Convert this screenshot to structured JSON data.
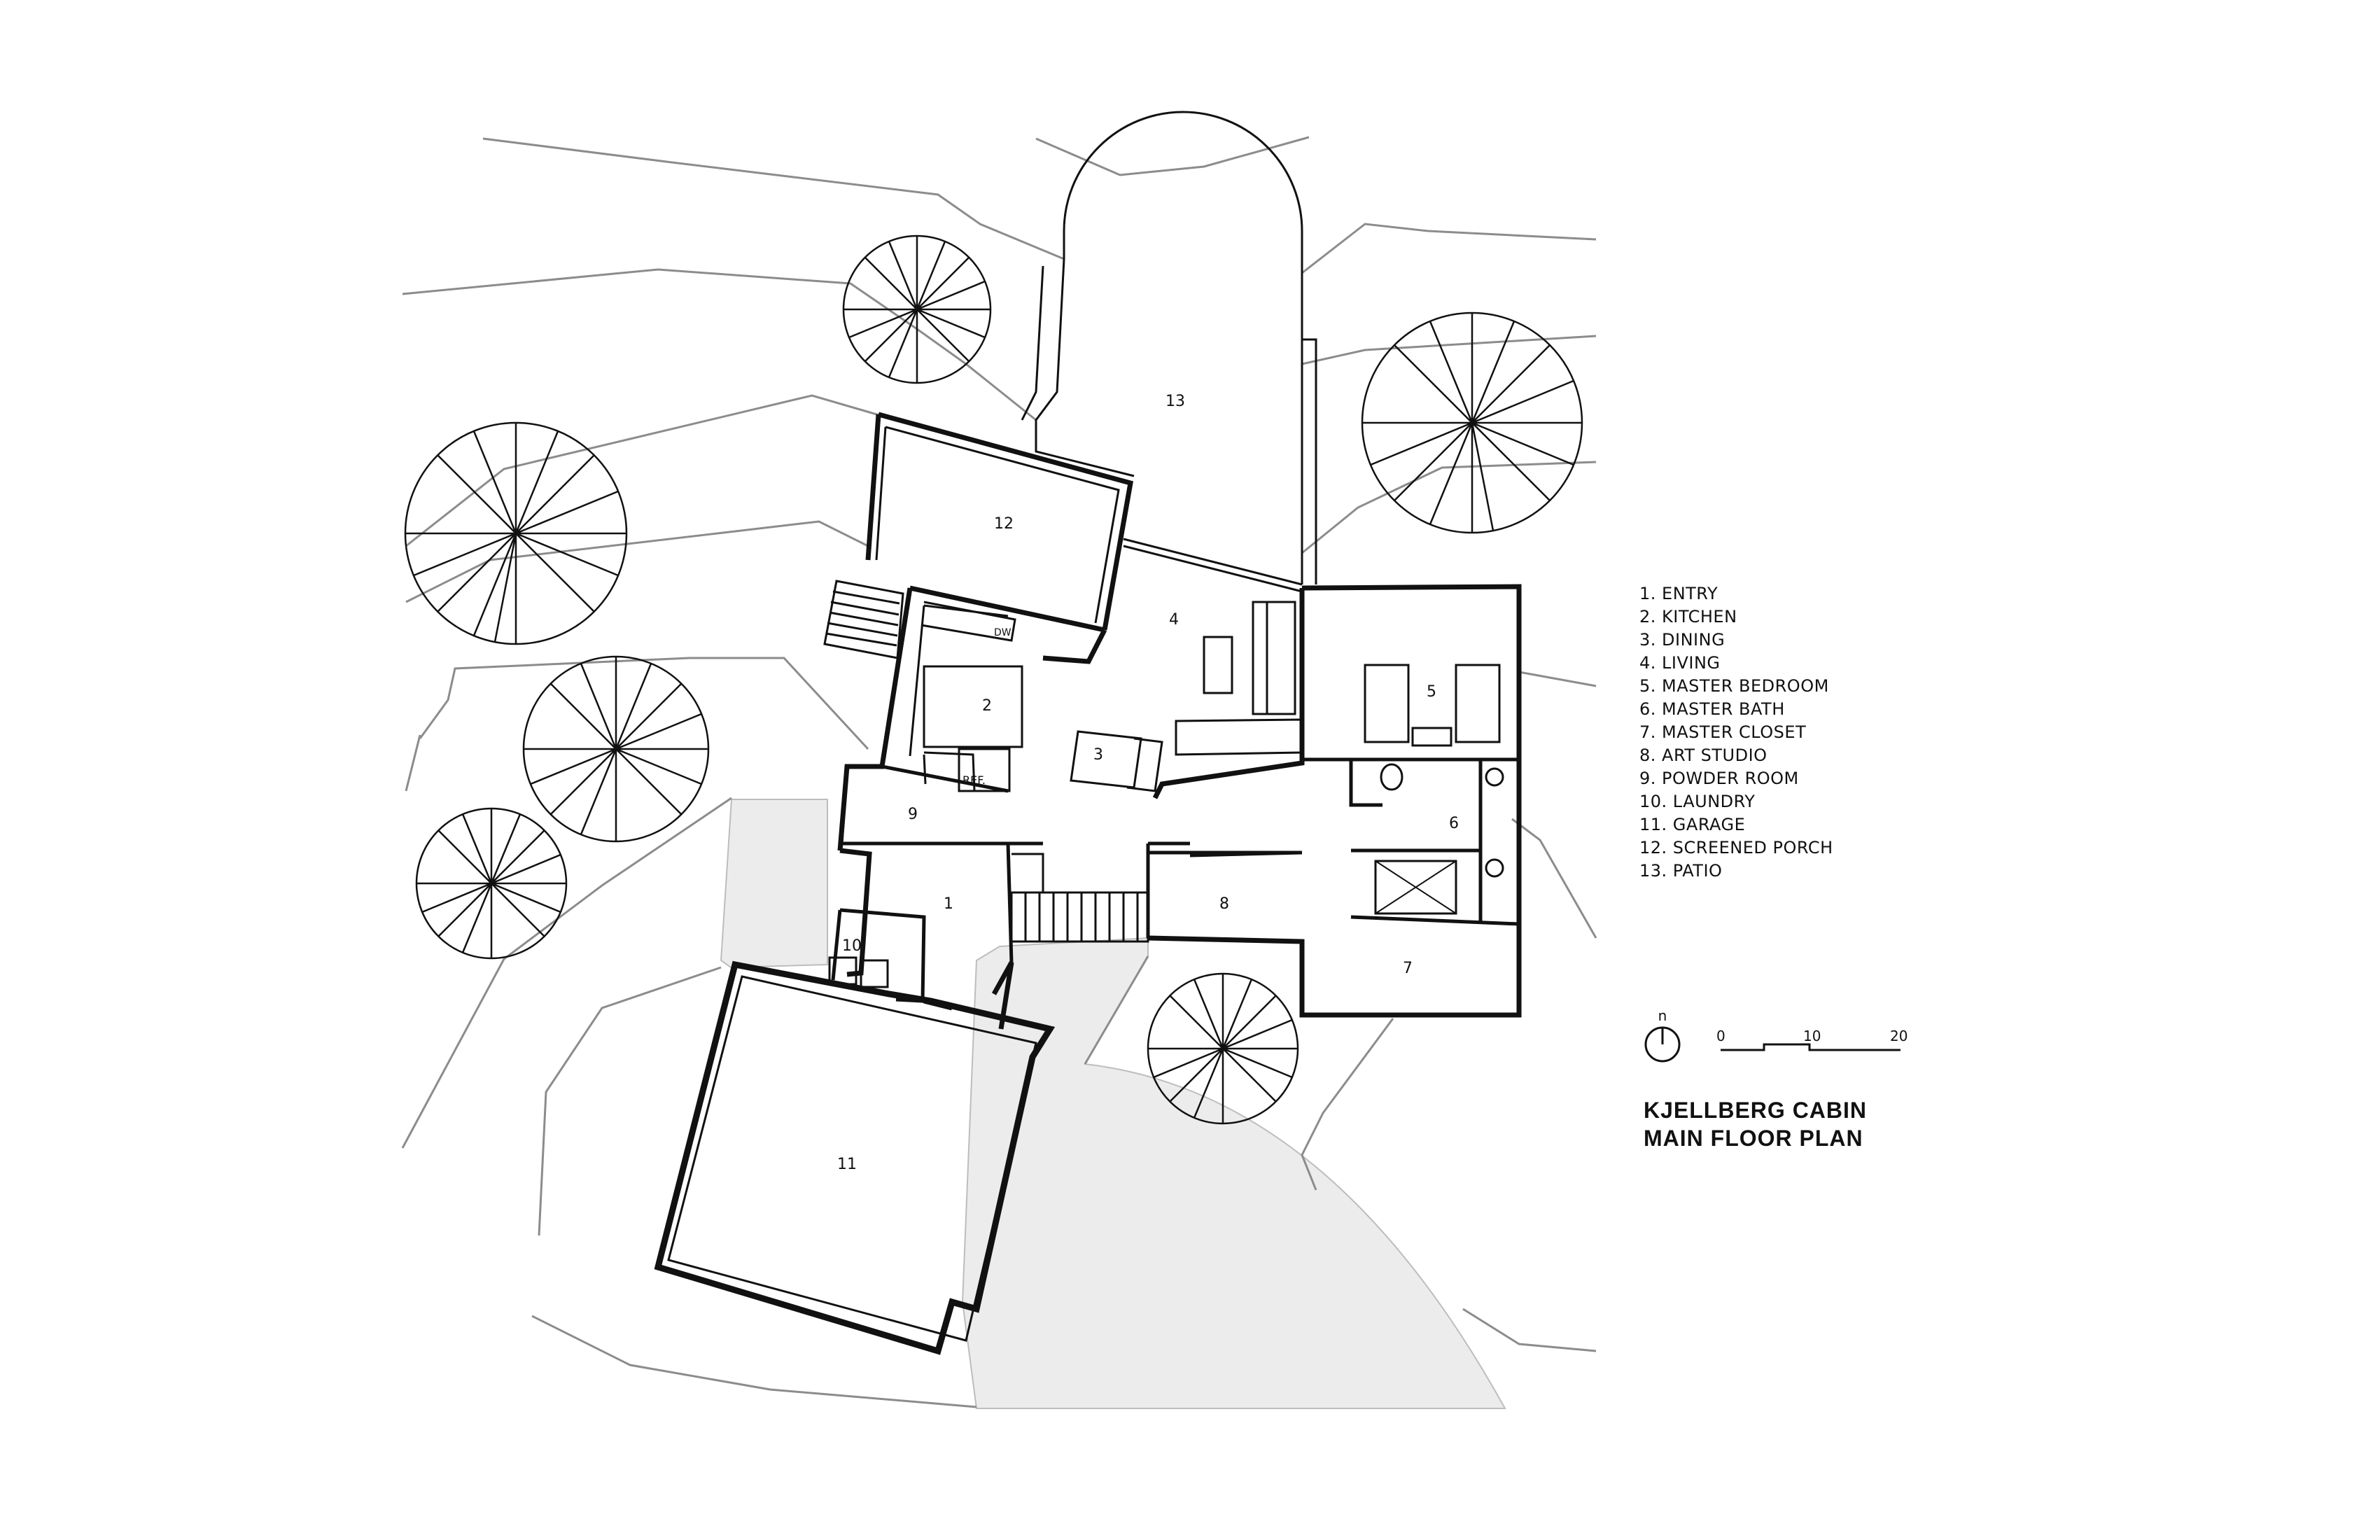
{
  "rooms": [
    {
      "num": "1"
    },
    {
      "num": "2"
    },
    {
      "num": "3"
    },
    {
      "num": "4"
    },
    {
      "num": "5"
    },
    {
      "num": "6"
    },
    {
      "num": "7"
    },
    {
      "num": "8"
    },
    {
      "num": "9"
    },
    {
      "num": "10"
    },
    {
      "num": "11"
    },
    {
      "num": "12"
    },
    {
      "num": "13"
    }
  ],
  "appliances": {
    "refrigerator": "REF.",
    "dishwasher": "DW"
  },
  "legend": [
    "1. ENTRY",
    "2. KITCHEN",
    "3. DINING",
    "4. LIVING",
    "5. MASTER BEDROOM",
    "6. MASTER BATH",
    "7. MASTER CLOSET",
    "8. ART STUDIO",
    "9. POWDER ROOM",
    "10. LAUNDRY",
    "11. GARAGE",
    "12. SCREENED PORCH",
    "13. PATIO"
  ],
  "north_arrow": {
    "label": "n"
  },
  "scale_bar": {
    "ticks": [
      "0",
      "10",
      "20"
    ]
  },
  "title": {
    "line1": "KJELLBERG CABIN",
    "line2": "MAIN FLOOR PLAN"
  },
  "colors": {
    "walls": "#111111",
    "contours": "#8c8c8c",
    "paving": "#ececec"
  }
}
